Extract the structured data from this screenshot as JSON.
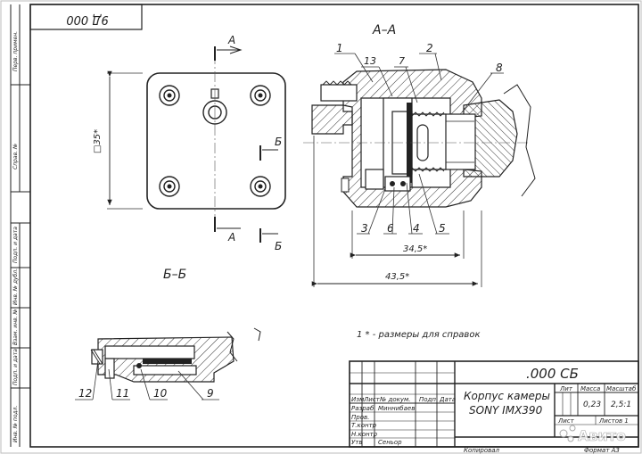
{
  "drawing": {
    "rotated_code": "9Д 000",
    "section_aa": "А–А",
    "section_bb": "Б–Б",
    "cut_a": "А",
    "cut_b": "Б",
    "square_dim": "□35*",
    "dim_34_5": "34,5*",
    "dim_43_5": "43,5*",
    "note": "1 * - размеры для справок",
    "callouts": [
      "1",
      "2",
      "13",
      "7",
      "8",
      "3",
      "6",
      "4",
      "5",
      "12",
      "11",
      "10",
      "9"
    ]
  },
  "left_strip": {
    "labels": [
      "Перв. примен.",
      "Справ. №",
      "Подп. и дата",
      "Инв. № дубл.",
      "Взам. инв. №",
      "Подп. и дата",
      "Инв. № подл."
    ]
  },
  "title_block": {
    "designation": ".000 СБ",
    "name_line1": "Корпус камеры",
    "name_line2": "SONY IMX390",
    "col_izm": "Изм",
    "col_list": "Лист",
    "col_doc": "№ докум.",
    "col_sign": "Подп",
    "col_date": "Дата",
    "row_razrab": "Разраб",
    "row_razrab_name": "Миннибаев",
    "row_prov": "Пров.",
    "row_tkontr": "Т.контр",
    "row_nkontr": "Н.контр",
    "row_utv": "Утв",
    "row_utv_name": "Сеньор",
    "hdr_lit": "Лит",
    "hdr_mass": "Масса",
    "hdr_scale": "Масштаб",
    "mass": "0,23",
    "scale": "2,5:1",
    "list": "Лист",
    "listov": "Листов 1",
    "copied": "Копировал",
    "format": "Формат А3",
    "watermark": "Авито"
  }
}
